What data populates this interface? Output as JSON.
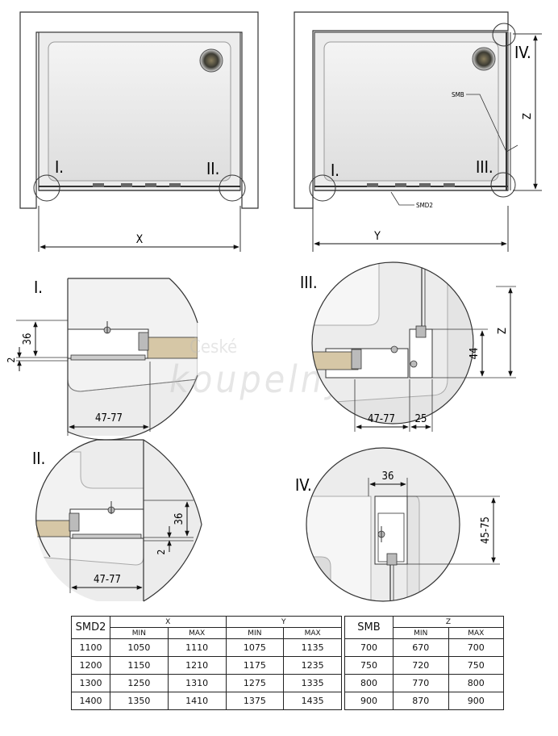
{
  "overview_left": {
    "detail_i": "I.",
    "detail_ii": "II.",
    "dimension": "X"
  },
  "overview_right": {
    "detail_i": "I.",
    "detail_iii": "III.",
    "detail_iv": "IV.",
    "dimension_y": "Y",
    "dimension_z": "Z",
    "label_smb": "SMB",
    "label_smd2": "SMD2"
  },
  "detail_i": {
    "title": "I.",
    "dim_height": "36",
    "dim_gap": "2",
    "dim_width": "47-77"
  },
  "detail_ii": {
    "title": "II.",
    "dim_height": "36",
    "dim_gap": "2",
    "dim_width": "47-77"
  },
  "detail_iii": {
    "title": "III.",
    "dim_height": "44",
    "dim_z": "Z",
    "dim_width": "47-77",
    "dim_offset": "25"
  },
  "detail_iv": {
    "title": "IV.",
    "dim_width": "36",
    "dim_height": "45-75"
  },
  "watermark": {
    "line1": "České",
    "line2": "koupelny"
  },
  "table_smd2": {
    "header": "SMD2",
    "group_x": "X",
    "group_y": "Y",
    "sub_min": "MIN",
    "sub_max": "MAX",
    "rows": [
      [
        "1100",
        "1050",
        "1110",
        "1075",
        "1135"
      ],
      [
        "1200",
        "1150",
        "1210",
        "1175",
        "1235"
      ],
      [
        "1300",
        "1250",
        "1310",
        "1275",
        "1335"
      ],
      [
        "1400",
        "1350",
        "1410",
        "1375",
        "1435"
      ]
    ]
  },
  "table_smb": {
    "header": "SMB",
    "group_z": "Z",
    "sub_min": "MIN",
    "sub_max": "MAX",
    "rows": [
      [
        "700",
        "670",
        "700"
      ],
      [
        "750",
        "720",
        "750"
      ],
      [
        "800",
        "770",
        "800"
      ],
      [
        "900",
        "870",
        "900"
      ]
    ]
  }
}
